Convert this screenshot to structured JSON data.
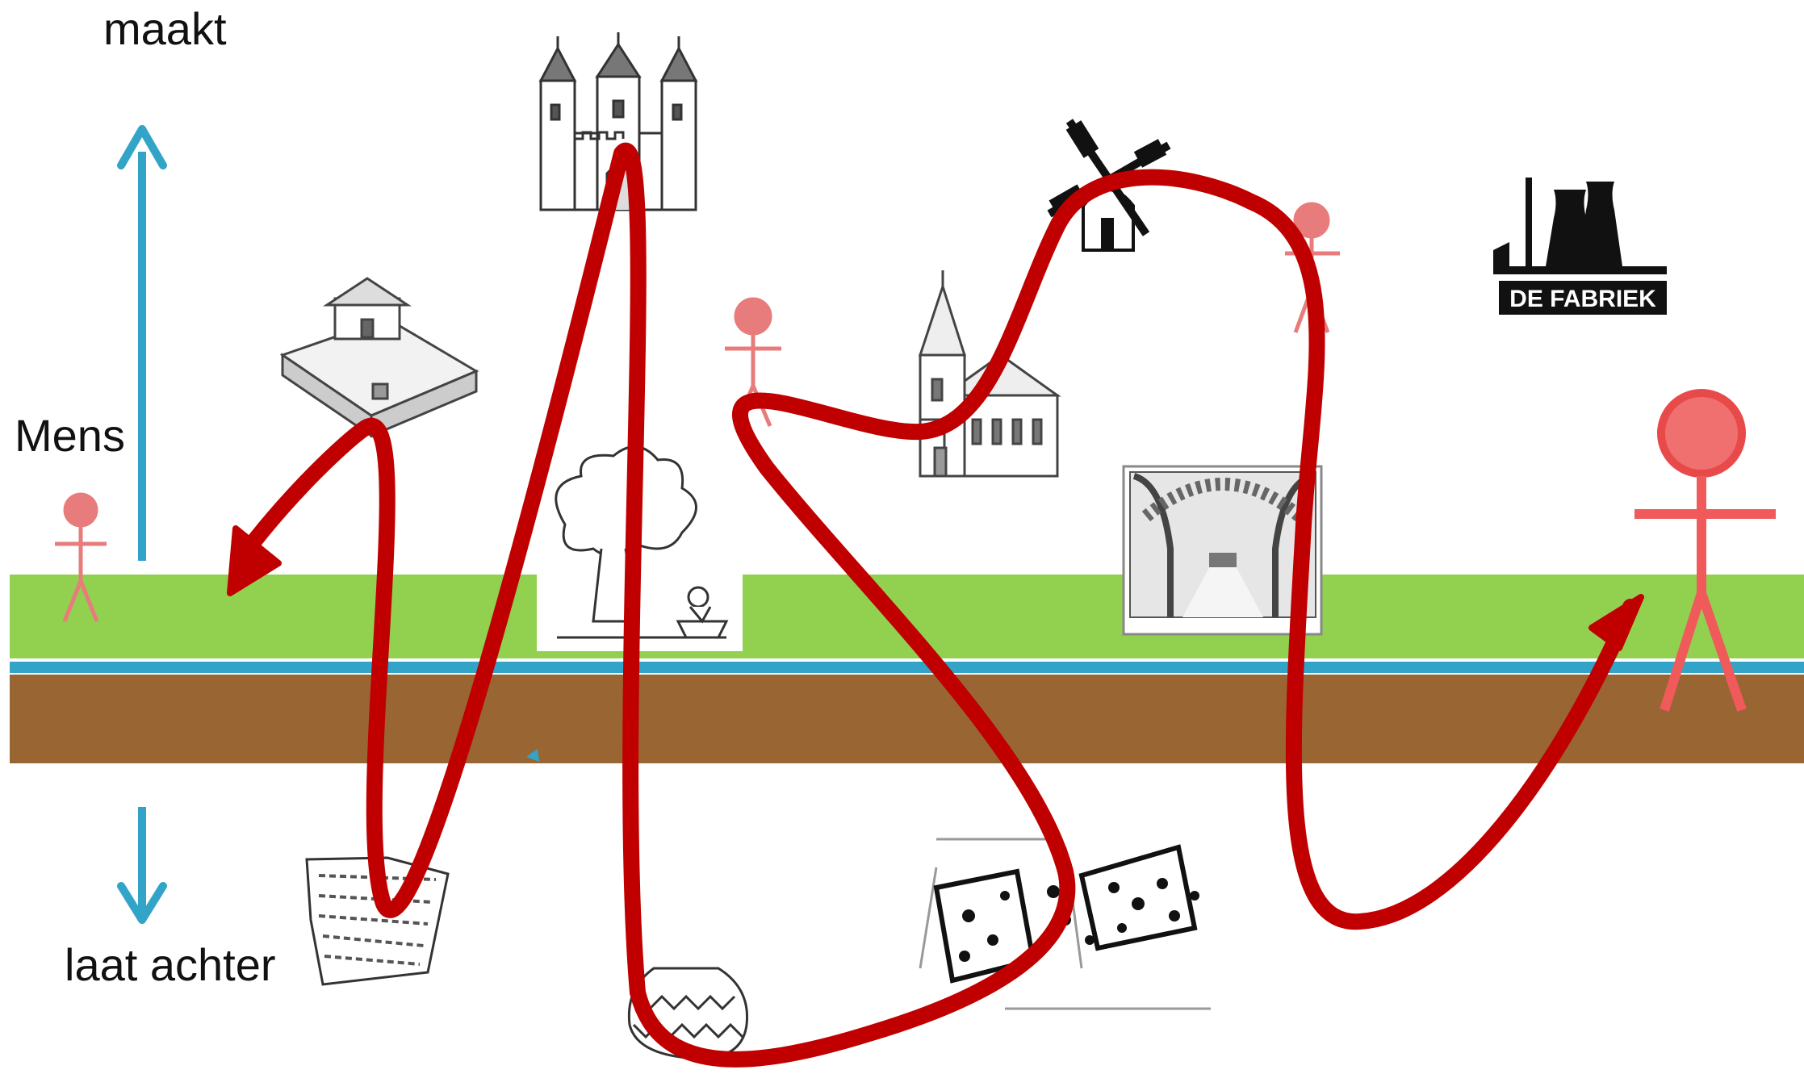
{
  "labels": {
    "top": "maakt",
    "middle": "Mens",
    "bottom": "laat achter"
  },
  "factory": {
    "sign_text": "DE FABRIEK"
  },
  "icons": [
    "castle-icon",
    "farmstead-icon",
    "tree-picnic-icon",
    "church-icon",
    "windmill-icon",
    "lane-engraving-icon",
    "factory-icon",
    "clay-tablet-icon",
    "pottery-vessel-icon",
    "excavation-plan-icon",
    "person-icon"
  ],
  "colors": {
    "grass": "#92d050",
    "water": "#31a4c8",
    "soil": "#996633",
    "arrow_blue": "#31a4c8",
    "route_red": "#c00000",
    "person_red": "#f07070",
    "person_red_dark": "#e84a4a"
  }
}
